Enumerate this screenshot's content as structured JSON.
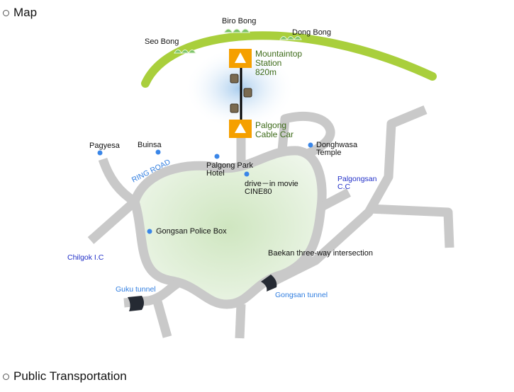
{
  "sections": {
    "map": "Map",
    "transport": "Public Transportation"
  },
  "peaks": {
    "seo": "Seo Bong",
    "biro": "Biro Bong",
    "dong": "Dong Bong"
  },
  "stations": {
    "top": [
      "Mountaintop",
      "Station",
      "820m"
    ],
    "bottom": [
      "Palgong",
      "Cable Car"
    ]
  },
  "places": {
    "pagyesa": "Pagyesa",
    "buinsa": "Buinsa",
    "hotel": [
      "Palgong Park",
      "Hotel"
    ],
    "donghwasa": [
      "Donghwasa",
      "Temple"
    ],
    "cinema": [
      "drive－in movie",
      "CINE80"
    ],
    "police": "Gongsan Police Box",
    "baekan": "Baekan three-way intersection"
  },
  "roads": {
    "ring": "RING ROAD",
    "chilgok": "Chilgok I.C",
    "palgongsan_cc": [
      "Palgongsan",
      "C.C"
    ],
    "guku": "Guku tunnel",
    "gongsan": "Gongsan tunnel"
  },
  "colors": {
    "road": "#c9c9c9",
    "ridge": "#a9cf3c",
    "station": "#f5a000",
    "poi": "#3a86e8",
    "label_blue": "#2230c8",
    "label_light": "#2f7de0",
    "station_text": "#3e6b1a"
  }
}
